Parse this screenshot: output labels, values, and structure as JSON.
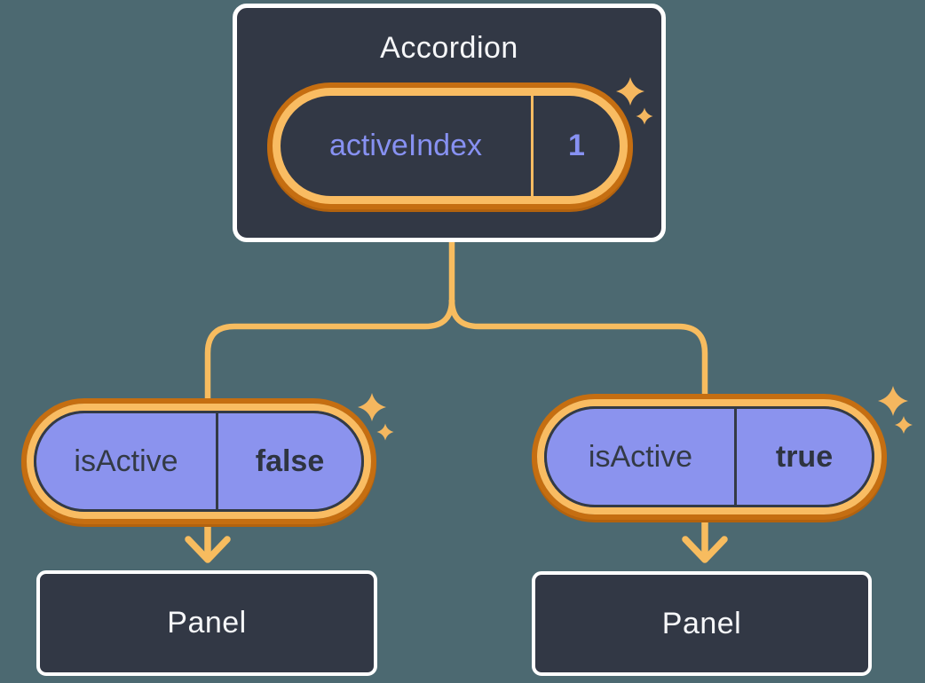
{
  "diagram": {
    "background_color": "#4c6971",
    "accordion": {
      "title": "Accordion",
      "state": {
        "name": "activeIndex",
        "value": "1"
      }
    },
    "children": [
      {
        "prop": {
          "name": "isActive",
          "value": "false"
        },
        "panel": {
          "title": "Panel"
        }
      },
      {
        "prop": {
          "name": "isActive",
          "value": "true"
        },
        "panel": {
          "title": "Panel"
        }
      }
    ],
    "colors": {
      "box_fill": "#323845",
      "box_border": "#ffffff",
      "box_text": "#f6f7f9",
      "ring_light_orange": "#f9bc62",
      "ring_dark_orange": "#c56e11",
      "pill_purple": "#8b93ee",
      "pill_text_dark": "#333a45",
      "state_text_purple": "#8791f2",
      "connector_orange": "#f7bc5f"
    },
    "icons": {
      "sparkle": "four-point-star",
      "arrow": "down-arrow"
    }
  }
}
